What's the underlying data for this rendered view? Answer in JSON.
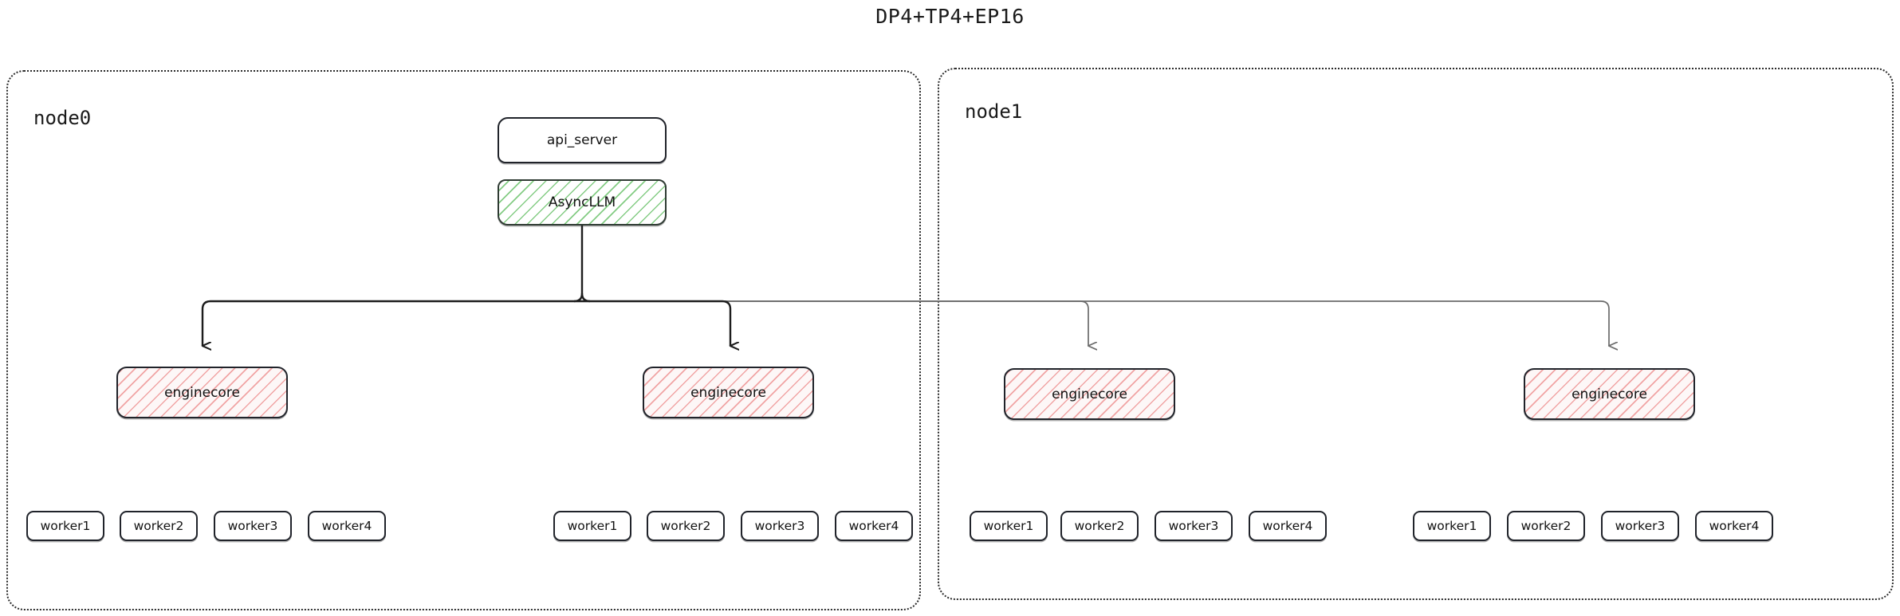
{
  "title": "DP4+TP4+EP16",
  "colors": {
    "node_border": "#2b2b2b",
    "box_border": "#20232a",
    "asyncllm_hatch": "#7dc97d",
    "enginecore_hatch": "#f0a0a0",
    "enginecore_fill": "#fdf7f7",
    "local_edge": "#1d1d1d",
    "remote_edge": "#6b6b6b",
    "background": "#ffffff",
    "text": "#111111"
  },
  "nodes": [
    {
      "label": "node0",
      "api_server": "api_server",
      "async_llm": "AsyncLLM",
      "enginecores": [
        {
          "label": "enginecore",
          "workers": [
            "worker1",
            "worker2",
            "worker3",
            "worker4"
          ]
        },
        {
          "label": "enginecore",
          "workers": [
            "worker1",
            "worker2",
            "worker3",
            "worker4"
          ]
        }
      ]
    },
    {
      "label": "node1",
      "enginecores": [
        {
          "label": "enginecore",
          "workers": [
            "worker1",
            "worker2",
            "worker3",
            "worker4"
          ]
        },
        {
          "label": "enginecore",
          "workers": [
            "worker1",
            "worker2",
            "worker3",
            "worker4"
          ]
        }
      ]
    }
  ]
}
